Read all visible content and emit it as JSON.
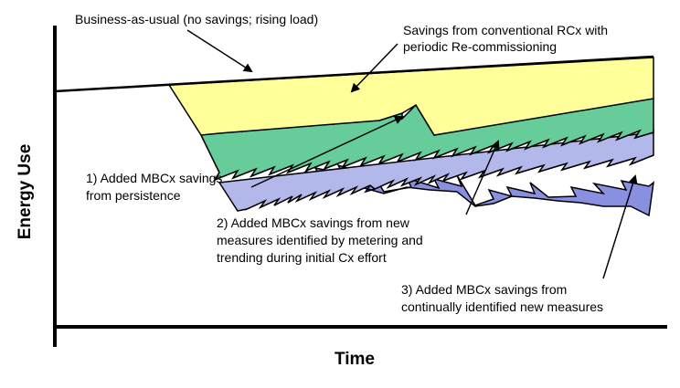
{
  "axes": {
    "x_title": "Time",
    "y_title": "Energy Use"
  },
  "labels": {
    "bau": "Business-as-usual (no savings; rising load)",
    "rcx_line1": "Savings from conventional RCx with",
    "rcx_line2": "periodic Re-commissioning",
    "persist_line1": "1)  Added MBCx savings",
    "persist_line2": "from persistence",
    "new_line1": "2) Added MBCx savings from new",
    "new_line2": "measures identified by metering and",
    "new_line3": "trending during initial Cx effort",
    "cont_line1": "3) Added MBCx savings from",
    "cont_line2": "continually identified new measures"
  },
  "colors": {
    "rcx": "#FFFF99",
    "persistence": "#66CC99",
    "new_measures": "#B3B8EA",
    "continual": "#8A90E0",
    "outline": "#000000"
  }
}
